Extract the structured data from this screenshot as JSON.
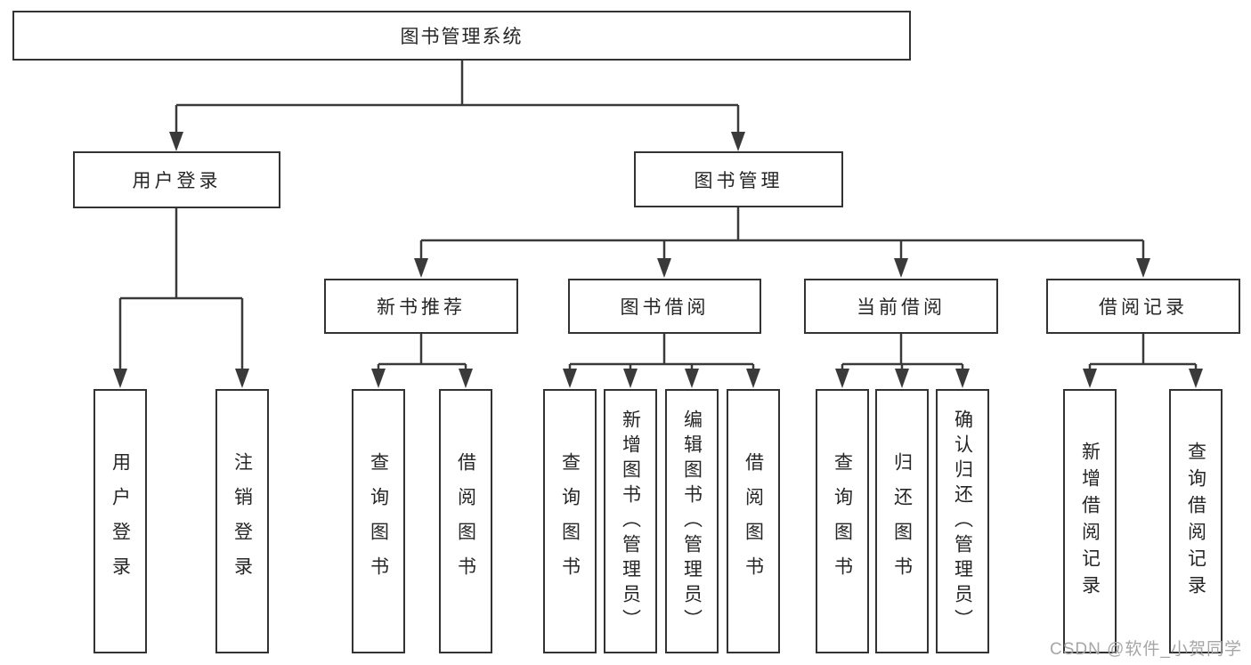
{
  "colors": {
    "line": "#3a3a3a",
    "border": "#333333",
    "text": "#262626",
    "bg": "#ffffff",
    "watermark": "#a6a6a6"
  },
  "tree": {
    "root": {
      "label": "图书管理系统"
    },
    "children": [
      {
        "label": "用户登录",
        "children": [
          {
            "label": "用户登录"
          },
          {
            "label": "注销登录"
          }
        ]
      },
      {
        "label": "图书管理",
        "children": [
          {
            "label": "新书推荐",
            "children": [
              {
                "label": "查询图书"
              },
              {
                "label": "借阅图书"
              }
            ]
          },
          {
            "label": "图书借阅",
            "children": [
              {
                "label": "查询图书"
              },
              {
                "label": "新增图书（管理员）"
              },
              {
                "label": "编辑图书（管理员）"
              },
              {
                "label": "借阅图书"
              }
            ]
          },
          {
            "label": "当前借阅",
            "children": [
              {
                "label": "查询图书"
              },
              {
                "label": "归还图书"
              },
              {
                "label": "确认归还（管理员）"
              }
            ]
          },
          {
            "label": "借阅记录",
            "children": [
              {
                "label": "新增借阅记录"
              },
              {
                "label": "查询借阅记录"
              }
            ]
          }
        ]
      }
    ]
  },
  "watermark": {
    "text": "CSDN @软件_小贺同学"
  }
}
